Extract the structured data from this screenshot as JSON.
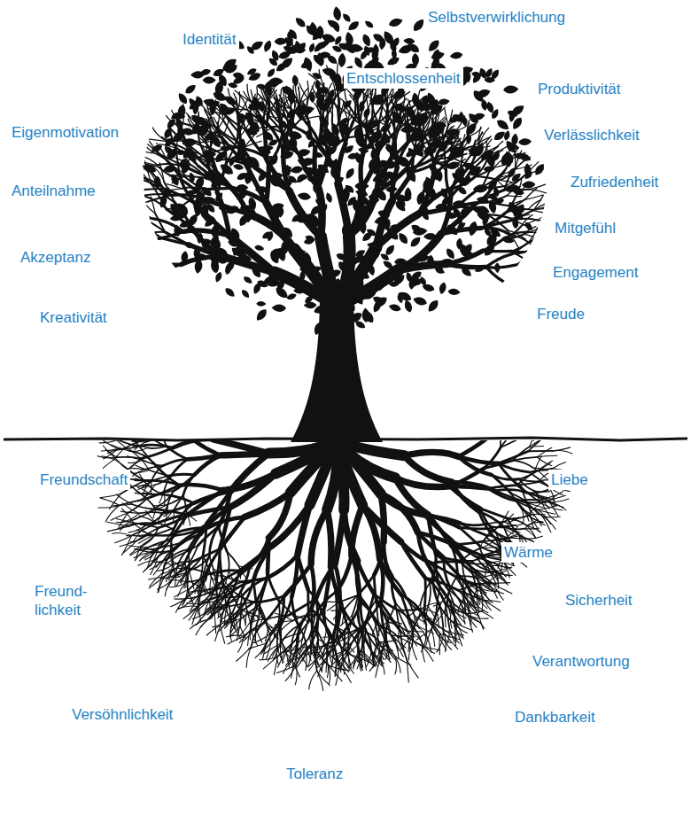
{
  "diagram": {
    "labels": [
      "Selbstverwirklichung",
      "Identität",
      "Entschlossenheit",
      "Produktivität",
      "Eigenmotivation",
      "Verlässlichkeit",
      "Zufriedenheit",
      "Anteilnahme",
      "Mitgefühl",
      "Akzeptanz",
      "Engagement",
      "Kreativität",
      "Freude",
      "Freundschaft",
      "Liebe",
      "Wärme",
      "Freund- lichkeit",
      "Sicherheit",
      "Verantwortung",
      "Versöhnlichkeit",
      "Dankbarkeit",
      "Toleranz"
    ]
  }
}
